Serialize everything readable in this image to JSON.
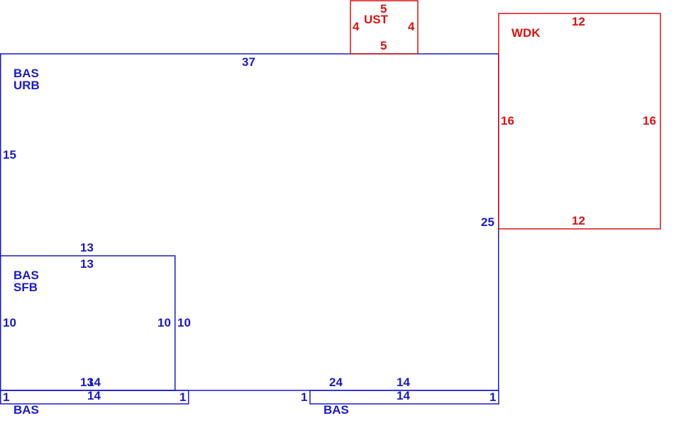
{
  "colors": {
    "living": "#1a1acc",
    "other": "#dd1111"
  },
  "sketch": {
    "areas": [
      {
        "id": "bas-urb",
        "label1": "BAS",
        "label2": "URB",
        "color": "living"
      },
      {
        "id": "bas-sfb",
        "label1": "BAS",
        "label2": "SFB",
        "color": "living"
      },
      {
        "id": "bas-left",
        "label1": "BAS",
        "color": "living"
      },
      {
        "id": "bas-right",
        "label1": "BAS",
        "color": "living"
      },
      {
        "id": "ust",
        "label1": "UST",
        "color": "other"
      },
      {
        "id": "wdk",
        "label1": "WDK",
        "color": "other"
      }
    ],
    "dimensions": {
      "urb_top": "37",
      "urb_left": "15",
      "urb_right": "25",
      "urb_bottom_mid": "24",
      "urb_bottom_right_a": "14",
      "urb_inner_13": "13",
      "sfb_top": "13",
      "sfb_left": "10",
      "sfb_right_in": "10",
      "sfb_right_out": "10",
      "sfb_bottom_a": "13",
      "sfb_bottom_b": "14",
      "strip_left_bottom": "14",
      "strip_left_l": "1",
      "strip_left_r": "1",
      "strip_right_bottom": "14",
      "strip_right_l": "1",
      "strip_right_r": "1",
      "ust_top": "5",
      "ust_bottom": "5",
      "ust_left": "4",
      "ust_right": "4",
      "wdk_top": "12",
      "wdk_bottom": "12",
      "wdk_left": "16",
      "wdk_right": "16"
    }
  }
}
